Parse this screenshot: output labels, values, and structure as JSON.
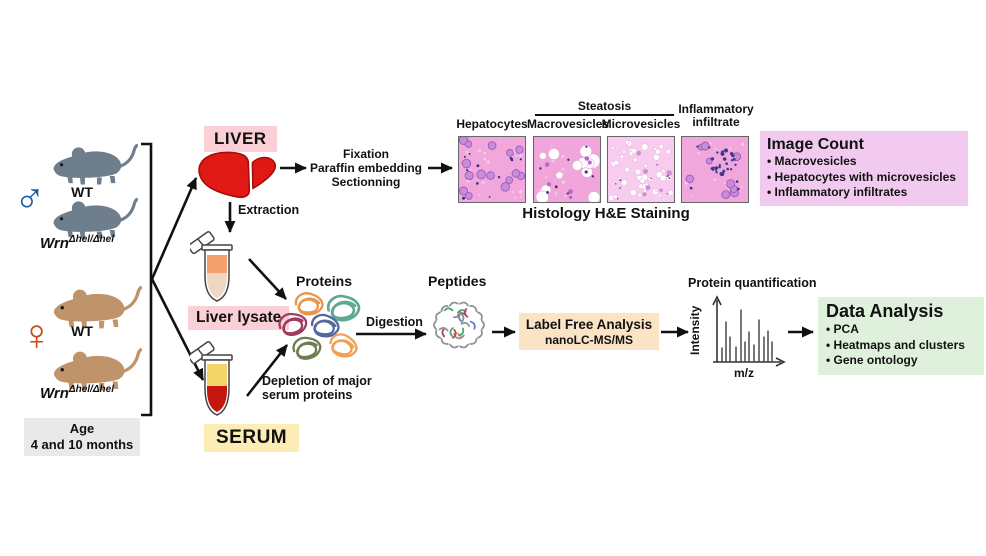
{
  "palette": {
    "male_blue": "#1A5BA8",
    "female_orange": "#CC4A10",
    "wt_mouse_gray": "#6F7E8D",
    "mutant_mouse_brown": "#C0946A",
    "liver_red": "#E01915",
    "pink_tag": "#FBCFD6",
    "yellow_tag": "#FBEDB5",
    "label_free_box": "#FBE3C5",
    "data_analysis_box": "#DFF0DC",
    "image_count_box": "#F2CAEF",
    "age_box": "#E9E9E9"
  },
  "mice_panel": {
    "male_symbol": "♂",
    "female_symbol": "♀",
    "wt_label": "WT",
    "mutant_base": "Wrn",
    "mutant_sup": "Δhel/Δhel",
    "age_line1": "Age",
    "age_line2": "4 and 10 months"
  },
  "liver_branch": {
    "liver_tag": "LIVER",
    "histo_prep_line1": "Fixation",
    "histo_prep_line2": "Paraffin embedding",
    "histo_prep_line3": "Sectionning",
    "extraction_label": "Extraction",
    "lysate_tag": "Liver lysate"
  },
  "serum_branch": {
    "serum_tag": "SERUM",
    "depletion_line1": "Depletion of major",
    "depletion_line2": "serum proteins"
  },
  "histology": {
    "label_hepatocytes": "Hepatocytes",
    "label_steatosis": "Steatosis",
    "label_macrovesicles": "Macrovesicles",
    "label_microvesicles": "Microvesicles",
    "label_inflammatory_line1": "Inflammatory",
    "label_inflammatory_line2": "infiltrate",
    "caption": "Histology H&E Staining"
  },
  "image_count": {
    "title": "Image Count",
    "items": [
      "Macrovesicles",
      "Hepatocytes with microvesicles",
      "Inflammatory infiltrates"
    ]
  },
  "proteomics": {
    "proteins_label": "Proteins",
    "digestion_label": "Digestion",
    "peptides_label": "Peptides",
    "label_free_line1": "Label Free Analysis",
    "label_free_line2": "nanoLC-MS/MS",
    "quant_title": "Protein quantification",
    "quant_ylabel": "Intensity",
    "quant_xlabel": "m/z"
  },
  "data_analysis": {
    "title": "Data Analysis",
    "items": [
      "PCA",
      "Heatmaps and clusters",
      "Gene ontology"
    ]
  }
}
